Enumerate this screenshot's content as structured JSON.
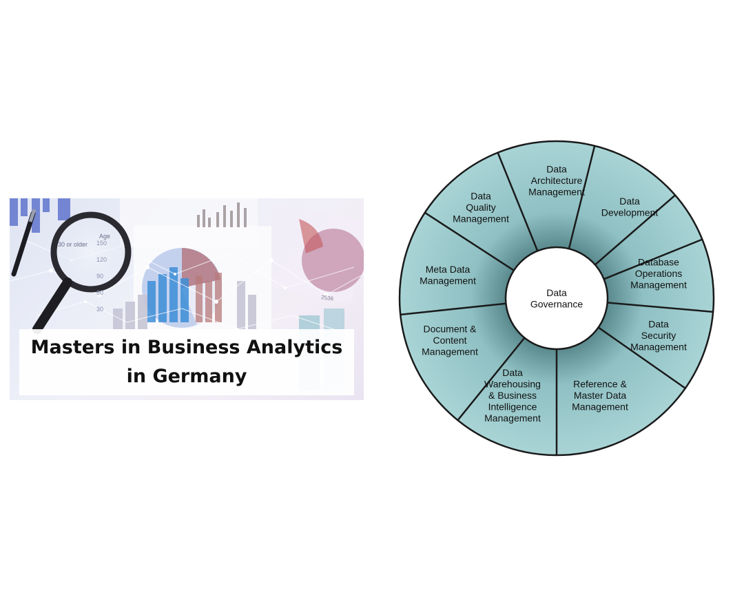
{
  "banner": {
    "title_line1": "Masters in Business Analytics",
    "title_line2": "in Germany",
    "photo_texts": {
      "age_label": "Age",
      "age_option": "30 or older",
      "axis_ticks": [
        "150",
        "120",
        "90",
        "60",
        "30"
      ],
      "paper_number": "2536"
    }
  },
  "wheel": {
    "fill_color": "#a9d4d6",
    "center_label_lines": [
      "Data",
      "Governance"
    ],
    "segments": [
      {
        "id": "architecture",
        "lines": [
          "Data",
          "Architecture",
          "Management"
        ]
      },
      {
        "id": "development",
        "lines": [
          "Data",
          "Development"
        ]
      },
      {
        "id": "database-operations",
        "lines": [
          "Database",
          "Operations",
          "Management"
        ]
      },
      {
        "id": "security",
        "lines": [
          "Data",
          "Security",
          "Management"
        ]
      },
      {
        "id": "reference-master",
        "lines": [
          "Reference &",
          "Master Data",
          "Management"
        ]
      },
      {
        "id": "warehousing-bi",
        "lines": [
          "Data",
          "Warehousing",
          "& Business",
          "Intelligence",
          "Management"
        ]
      },
      {
        "id": "document-content",
        "lines": [
          "Document &",
          "Content",
          "Management"
        ]
      },
      {
        "id": "meta-data",
        "lines": [
          "Meta Data",
          "Management"
        ]
      },
      {
        "id": "quality",
        "lines": [
          "Data",
          "Quality",
          "Management"
        ]
      }
    ]
  }
}
